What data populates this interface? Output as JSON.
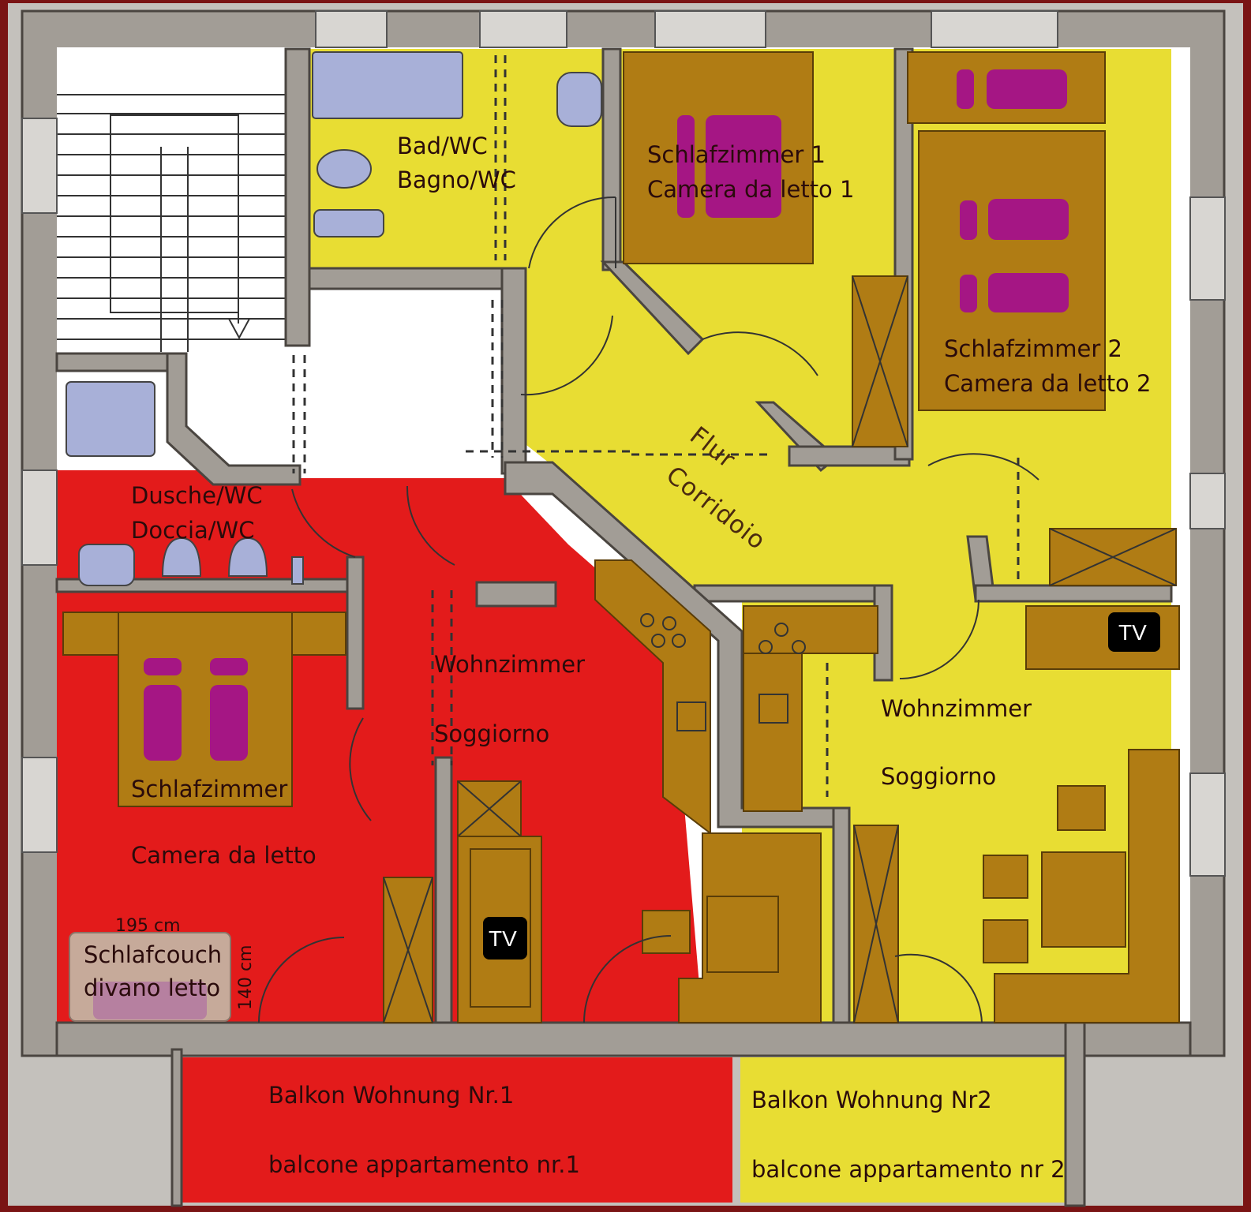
{
  "colors": {
    "apartment1": "#e31b1b",
    "apartment2": "#e8dd33",
    "furniture": "#b07c14",
    "bed": "#a51684",
    "fixture": "#a8b0d8",
    "wall": "#a29d96",
    "frame": "#7a1414"
  },
  "rooms": {
    "bath_wc": {
      "line1": "Bad/WC",
      "line2": "Bagno/WC"
    },
    "bedroom1": {
      "line1": "Schlafzimmer 1",
      "line2": "Camera da letto 1"
    },
    "bedroom2": {
      "line1": "Schlafzimmer 2",
      "line2": "Camera da letto 2"
    },
    "corridor": {
      "line1": "Flur",
      "line2": "Corridoio"
    },
    "shower_wc": {
      "line1": "Dusche/WC",
      "line2": "Doccia/WC"
    },
    "living1": {
      "line1": "Wohnzimmer",
      "line2": "Soggiorno"
    },
    "living2": {
      "line1": "Wohnzimmer",
      "line2": "Soggiorno"
    },
    "bedroom_apt1": {
      "line1": "Schlafzimmer",
      "line2": "Camera da letto"
    },
    "sofa_bed": {
      "line1": "Schlafcouch",
      "line2": "divano letto",
      "width": "195 cm",
      "depth": "140 cm"
    },
    "balcony1": {
      "line1": "Balkon Wohnung Nr.1",
      "line2": "balcone appartamento nr.1"
    },
    "balcony2": {
      "line1": "Balkon Wohnung Nr2",
      "line2": "balcone appartamento nr 2"
    }
  },
  "tv_labels": {
    "apt1": "TV",
    "apt2": "TV"
  }
}
